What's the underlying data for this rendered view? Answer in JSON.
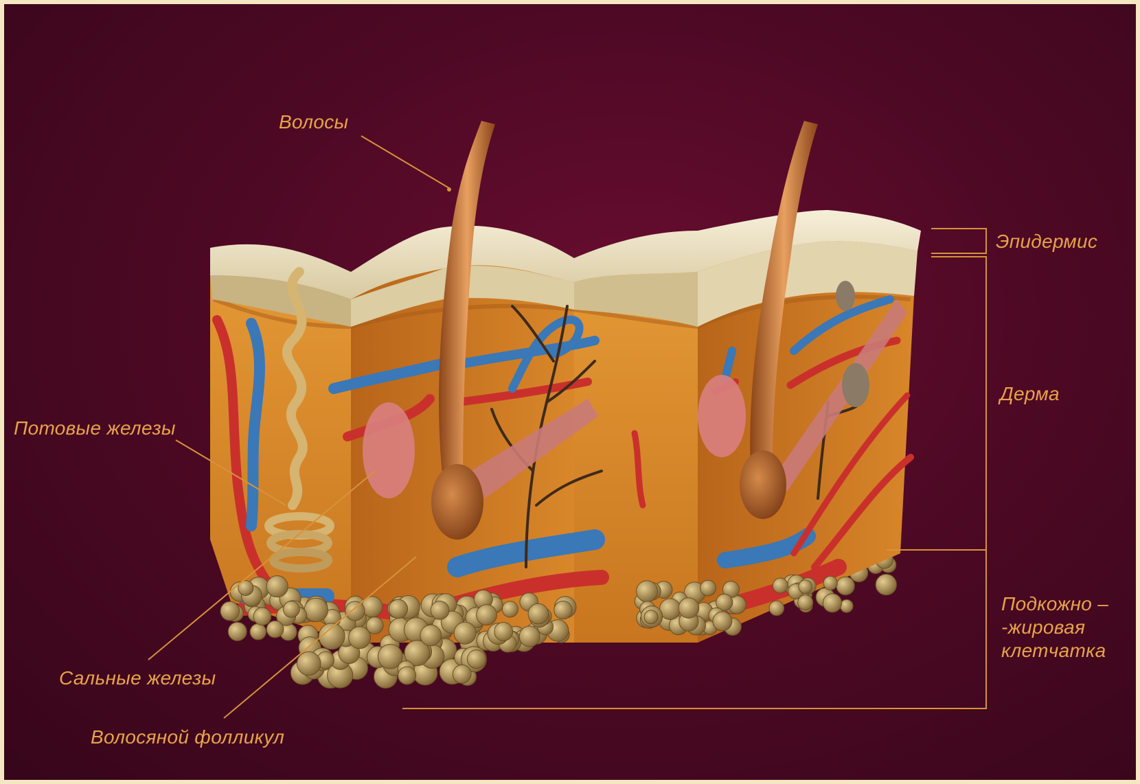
{
  "labels": {
    "hair": "Волосы",
    "epidermis": "Эпидермис",
    "dermis": "Дерма",
    "sweat_glands": "Потовые железы",
    "sebaceous_glands": "Сальные железы",
    "hair_follicle": "Волосяной фолликул",
    "subcutaneous_line1": "Подкожно –",
    "subcutaneous_line2": "-жировая",
    "subcutaneous_line3": "клетчатка"
  },
  "colors": {
    "background": "#4e0925",
    "label_text": "#e8a24a",
    "leader_lines": "#d8923a",
    "dermis": "#d98a2c",
    "epidermis": "#efe4c6",
    "artery": "#c9302c",
    "vein": "#3a78b8",
    "fat_lobules": "#b8955a",
    "hair": "#b0642a"
  }
}
